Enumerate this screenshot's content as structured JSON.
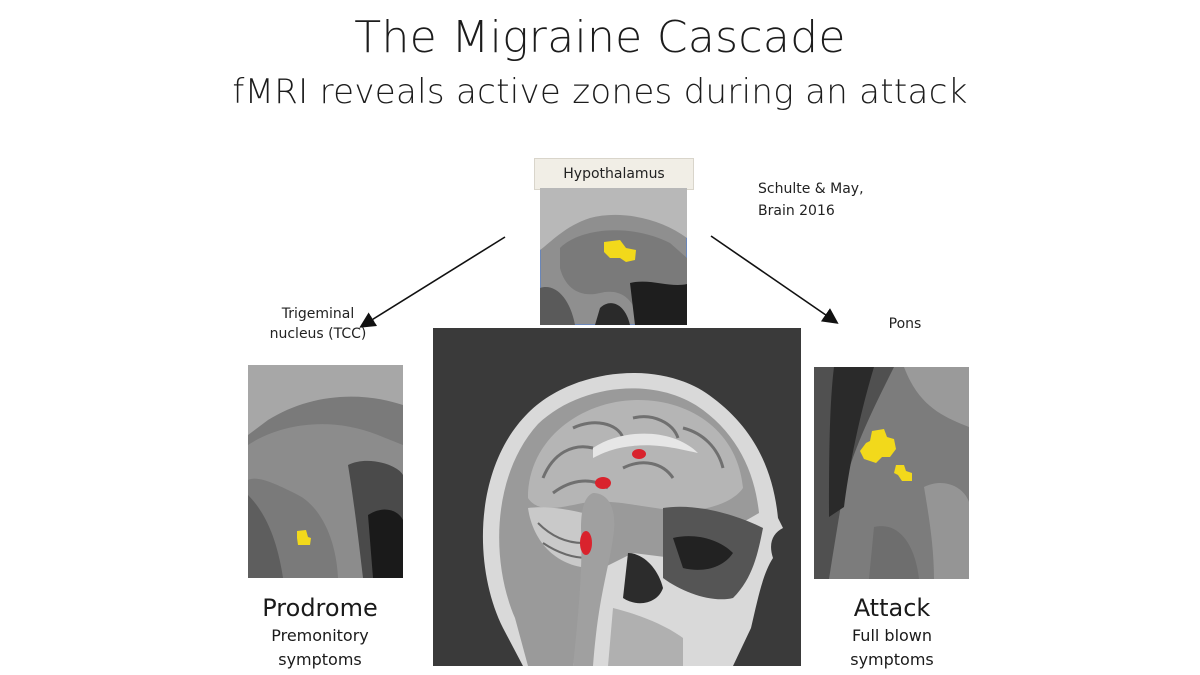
{
  "title": "The Migraine Cascade",
  "subtitle": "fMRI reveals active zones during an attack",
  "hypothalamus": {
    "label": "Hypothalamus"
  },
  "citation": {
    "line1": "Schulte & May,",
    "line2": "Brain 2016"
  },
  "trigeminal": {
    "line1": "Trigeminal",
    "line2": "nucleus (TCC)"
  },
  "pons": {
    "label": "Pons"
  },
  "prodrome": {
    "title": "Prodrome",
    "line1": "Premonitory",
    "line2": "symptoms"
  },
  "attack": {
    "title": "Attack",
    "line1": "Full blown",
    "line2": "symptoms"
  },
  "colors": {
    "activation": "#f2d91b",
    "highlight_red": "#d9232d",
    "scan_background": "#3a3a3a",
    "scan_gray": "#8a8a8a"
  }
}
